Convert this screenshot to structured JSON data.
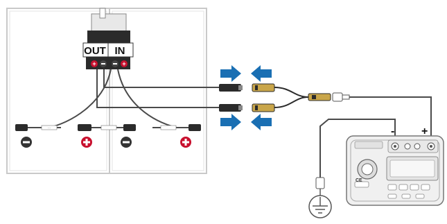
{
  "optimizer": {
    "out_label": "OUT",
    "in_label": "IN"
  },
  "panel_cables": {
    "left_minus_sign": "−",
    "left_plus_sign": "+",
    "right_minus_sign": "−",
    "right_plus_sign": "+"
  },
  "meter": {
    "minus_terminal_label": "-",
    "plus_terminal_label": "+",
    "ce_mark": "CE"
  },
  "colors": {
    "cable": "#4a4a4a",
    "arrow": "#1a6fb3",
    "plus_badge": "#c8102e",
    "minus_badge": "#333333",
    "frame": "#c9c9c9",
    "connector_body": "#2b2b2b",
    "connector_gold": "#c9a64a"
  },
  "icons": [
    "solar-panel-icon",
    "optimizer-icon",
    "arrow-right-icon",
    "arrow-left-icon",
    "ground-symbol-icon",
    "insulation-tester-icon"
  ]
}
